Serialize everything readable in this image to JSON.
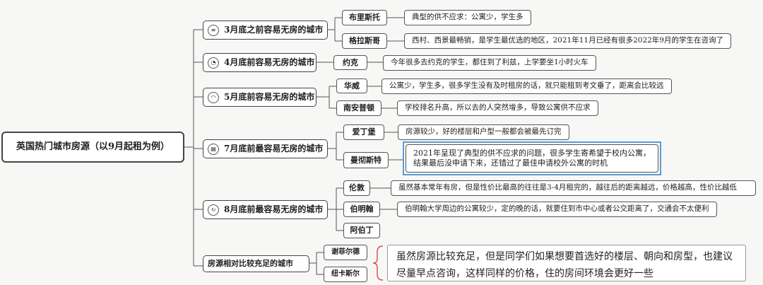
{
  "root": "英国热门城市房源（以9月起租为例）",
  "groups": [
    {
      "label": "3月底之前容易无房的城市",
      "icon": "notes-icon",
      "cities": [
        {
          "name": "布里斯托",
          "desc": "典型的供不应求：公寓少，学生多"
        },
        {
          "name": "格拉斯哥",
          "desc": "西村、西景最畅销，是学生最优选的地区，2021年11月已经有很多2022年9月的学生在咨询了"
        }
      ]
    },
    {
      "label": "4月底前容易无房的城市",
      "icon": "clock-icon",
      "cities": [
        {
          "name": "约克",
          "desc": "今年很多去约克的学生，都住到了利兹，上学要坐1小时火车"
        }
      ]
    },
    {
      "label": "5月底前容易无房的城市",
      "icon": "chart-icon",
      "cities": [
        {
          "name": "华威",
          "desc": "公寓少，学生多，很多学生没有及时租房的话，就只能租到考文垂了，距离会比较远"
        },
        {
          "name": "南安普顿",
          "desc": "学校排名升高，所以去的人突然增多，导致公寓供不应求"
        }
      ]
    },
    {
      "label": "7月底前最容易无房的城市",
      "icon": "calendar-icon",
      "cities": [
        {
          "name": "爱丁堡",
          "desc": "房源较少，好的楼层和户型一般都会被最先订完"
        },
        {
          "name": "曼彻斯特",
          "desc_lines": [
            "2021年呈现了典型的供不应求的问题，很多学生寄希望于校内公寓，",
            "结果最后没申请下来，还错过了最佳申请校外公寓的时机"
          ]
        }
      ]
    },
    {
      "label": "8月底前最容易无房的城市",
      "icon": "refresh-icon",
      "cities": [
        {
          "name": "伦敦",
          "desc": "虽然基本常年有房，但是性价比最高的往往是3-4月租完的，越往后的距离越远，价格越高，性价比越低"
        },
        {
          "name": "伯明翰",
          "desc": "伯明翰大学周边的公寓较少，定的晚的话，就要住到市中心或者公交距离了，交通会不太便利"
        },
        {
          "name": "阿伯丁"
        }
      ]
    },
    {
      "label": "房源相对比较充足的城市",
      "cities": [
        {
          "name": "谢菲尔德"
        },
        {
          "name": "纽卡斯尔"
        }
      ],
      "note_lines": [
        "虽然房源比较充足，但是同学们如果想要首选好的楼层、朝向和房型，也建议",
        "尽量早点咨询，这样同样的价格，住的房间环境会更好一些"
      ]
    }
  ]
}
